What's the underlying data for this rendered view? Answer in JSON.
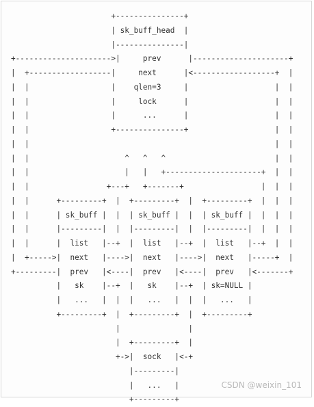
{
  "diagram": {
    "lines": [
      "                      +---------------+",
      "                      | sk_buff_head  |",
      "                      |---------------|",
      "+--------------------->|     prev      |---------------------+",
      "|  +------------------|     next      |<------------------+  |",
      "|  |                  |    qlen=3     |                   |  |",
      "|  |                  |     lock      |                   |  |",
      "|  |                  |      ...      |                   |  |",
      "|  |                  +---------------+                   |  |",
      "|  |                                                      |  |",
      "|  |                     ^   ^   ^                        |  |",
      "|  |                     |   |   +---------------------+  |  |",
      "|  |                 +---+   +-------+                 |  |  |",
      "|  |      +---------+  |  +---------+  |  +---------+  |  |  |",
      "|  |      | sk_buff |  |  | sk_buff |  |  | sk_buff |  |  |  |",
      "|  |      |---------|  |  |---------|  |  |---------|  |  |  |",
      "|  |      |  list   |--+  |  list   |--+  |  list   |--+  |  |",
      "|  +----->|  next   |---->|  next   |---->|  next   |-----+  |",
      "+---------|  prev   |<----|  prev   |<----|  prev   |<-------+",
      "          |   sk    |--+  |   sk    |--+  | sk=NULL |",
      "          |   ...   |  |  |   ...   |  |  |   ...   |",
      "          +---------+  |  +---------+  |  +---------+",
      "                       |               |",
      "                       |  +---------+  |",
      "                       +->|  sock   |<-+",
      "                          |---------|",
      "                          |   ...   |",
      "                          +---------+"
    ]
  },
  "watermark": "CSDN @weixin_101"
}
